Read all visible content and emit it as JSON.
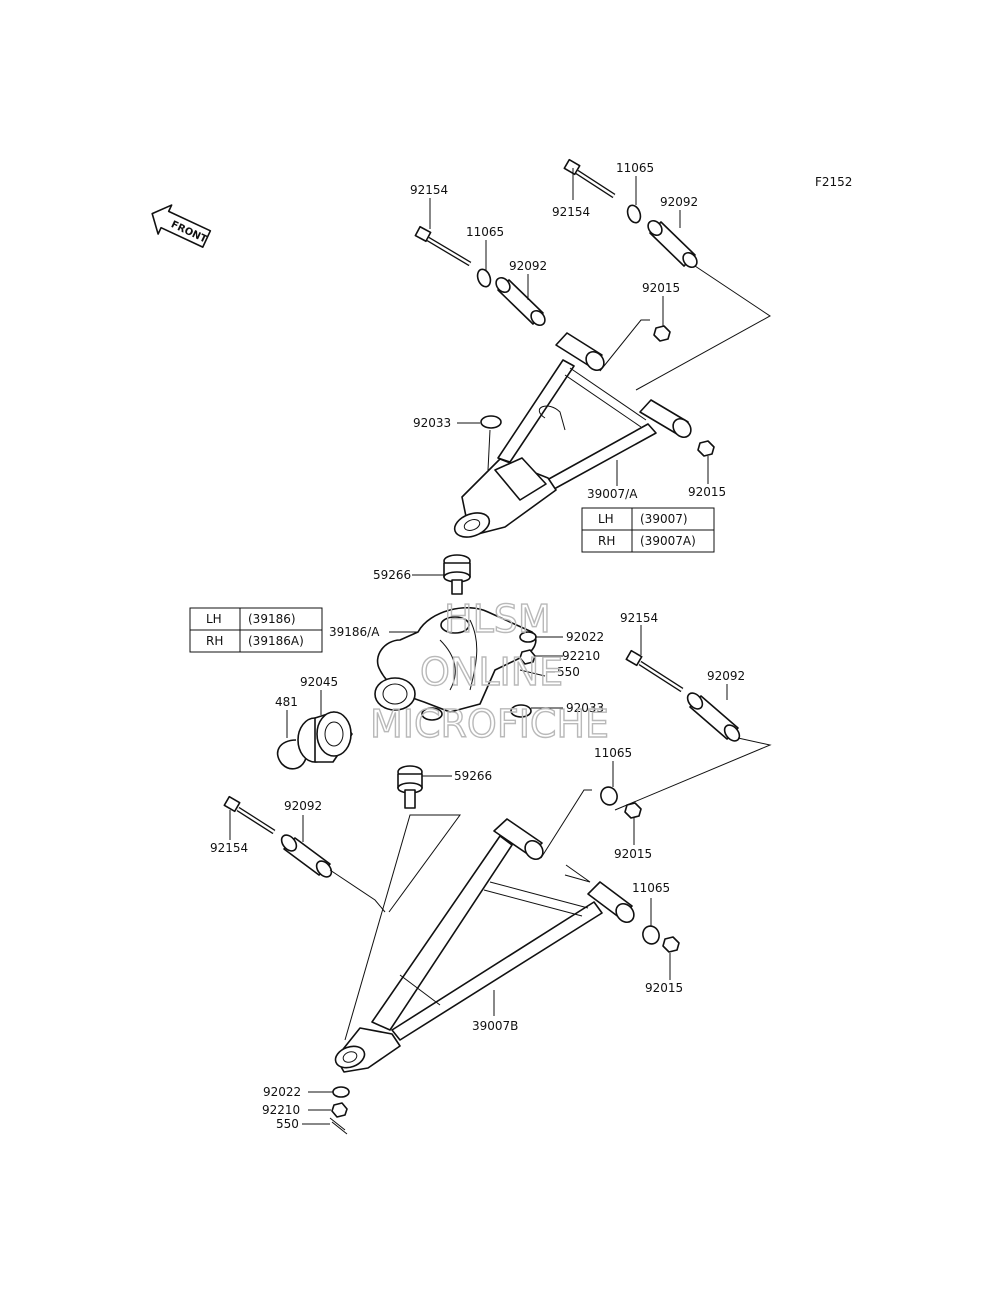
{
  "diagram_id": "F2152",
  "front_label": "FRONT",
  "watermark": [
    "HLSM",
    "ONLINE",
    "MICROFICHE"
  ],
  "tables": {
    "upper_arm": {
      "rows": [
        {
          "side": "LH",
          "part": "(39007)"
        },
        {
          "side": "RH",
          "part": "(39007A)"
        }
      ]
    },
    "knuckle": {
      "rows": [
        {
          "side": "LH",
          "part": "(39186)"
        },
        {
          "side": "RH",
          "part": "(39186A)"
        }
      ]
    }
  },
  "callouts": {
    "p92154_a": "92154",
    "p11065_a": "11065",
    "p92092_a": "92092",
    "p92154_b": "92154",
    "p11065_b": "11065",
    "p92092_b": "92092",
    "p92015_a": "92015",
    "p92033_a": "92033",
    "p92015_b": "92015",
    "p39007A": "39007/A",
    "p59266_a": "59266",
    "p39186A": "39186/A",
    "p92022_a": "92022",
    "p92210_a": "92210",
    "p550_a": "550",
    "p92033_b": "92033",
    "p92154_c": "92154",
    "p92092_c": "92092",
    "p92045": "92045",
    "p481": "481",
    "p59266_b": "59266",
    "p11065_c": "11065",
    "p92015_c": "92015",
    "p92092_d": "92092",
    "p92154_d": "92154",
    "p11065_d": "11065",
    "p92015_d": "92015",
    "p39007B": "39007B",
    "p92022_b": "92022",
    "p92210_b": "92210",
    "p550_b": "550"
  }
}
